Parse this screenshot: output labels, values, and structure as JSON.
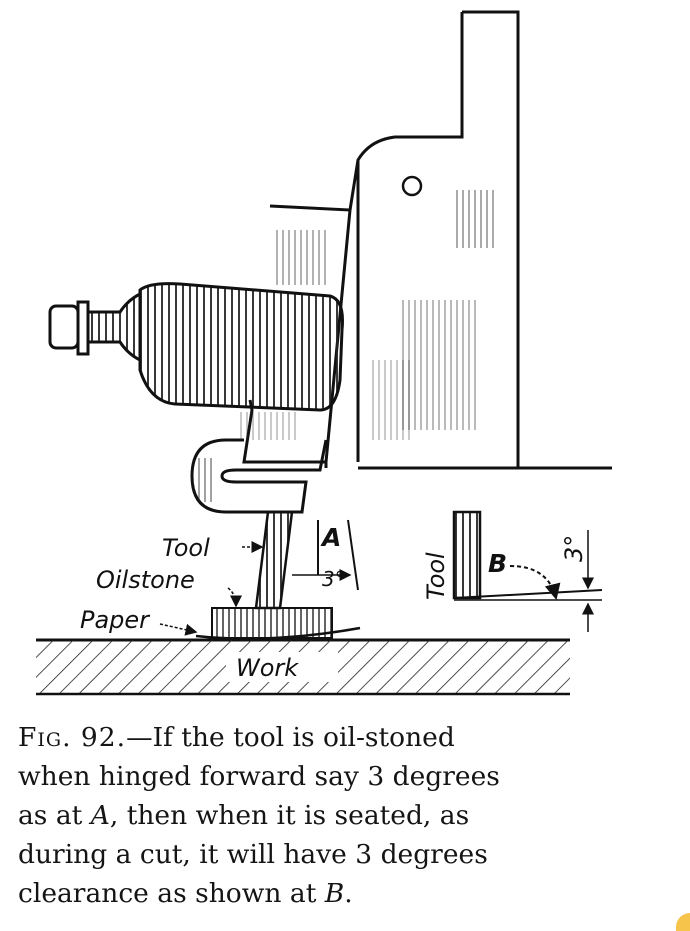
{
  "labels": {
    "tool_a": "Tool",
    "oilstone": "Oilstone",
    "paper": "Paper",
    "work": "Work",
    "a": "A",
    "angle_a": "3°",
    "tool_b": "Tool",
    "b": "B",
    "angle_b": "3°"
  },
  "caption": {
    "fig": "Fig. 92.",
    "line1": "—If the tool is oil-stoned",
    "line2": "when hinged forward say 3 degrees",
    "line3_pre": "as at ",
    "line3_a": "A",
    "line3_post": ", then when it is seated, as",
    "line4": "during a cut, it will have 3 degrees",
    "line5_pre": "clearance as shown at ",
    "line5_b": "B",
    "line5_post": "."
  }
}
